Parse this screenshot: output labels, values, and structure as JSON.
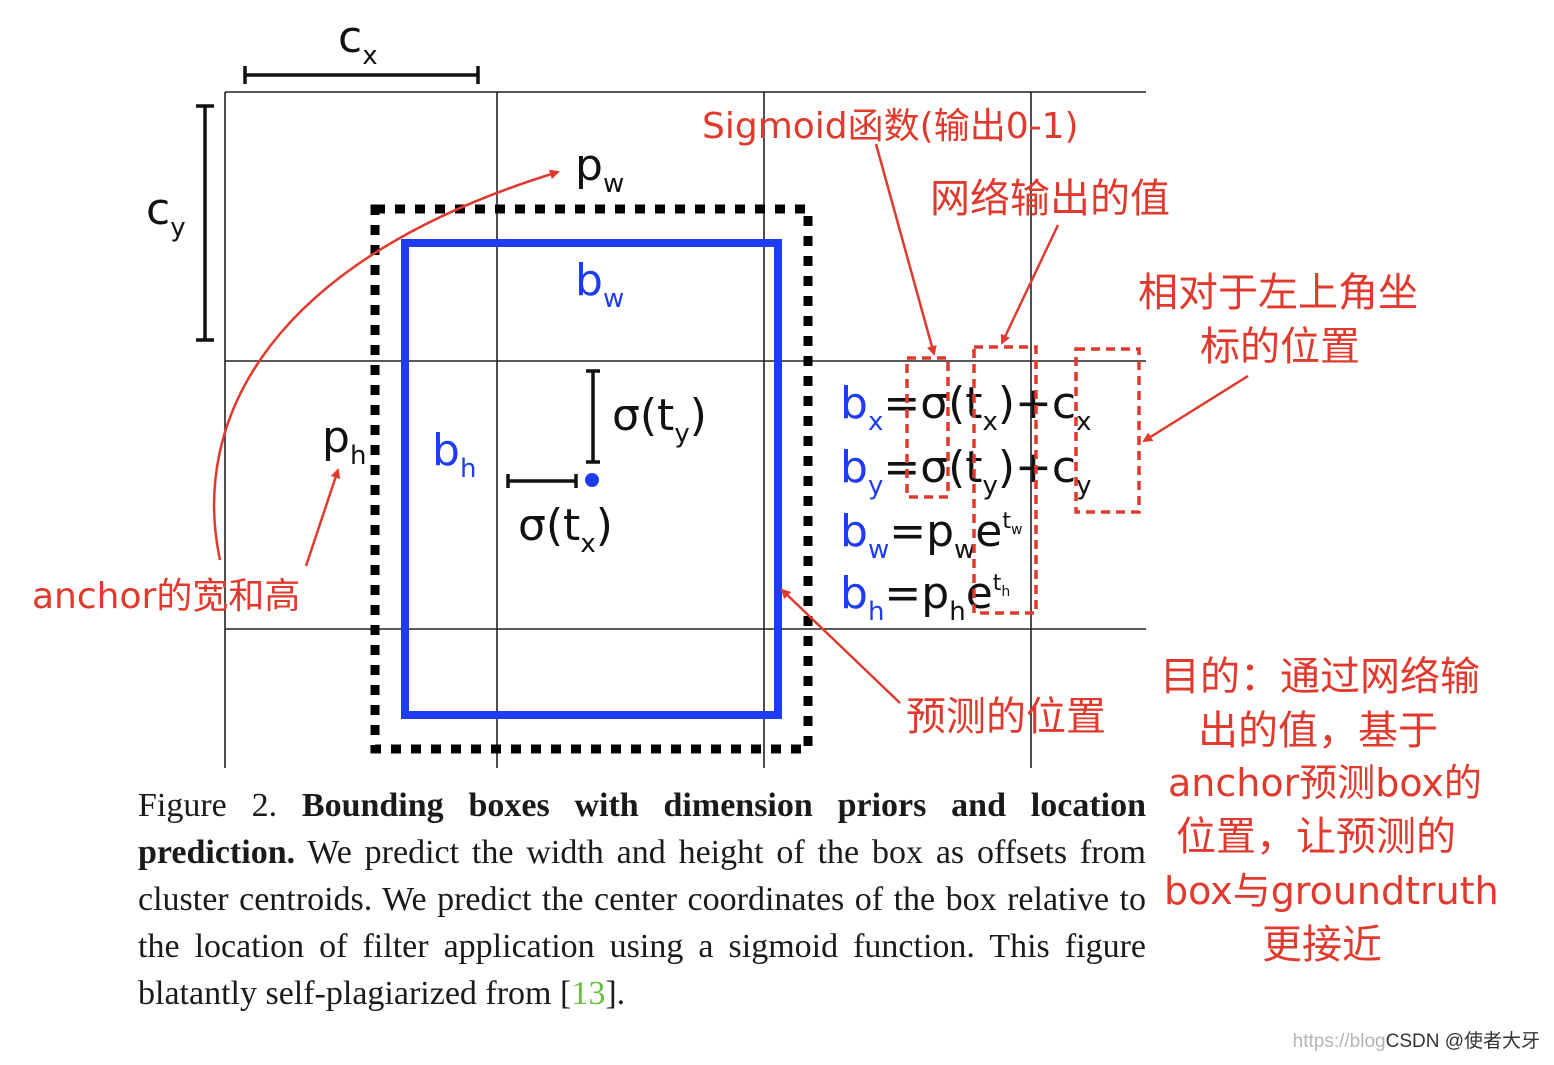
{
  "grid_labels": {
    "cx": "c",
    "cx_sub": "x",
    "cy": "c",
    "cy_sub": "y"
  },
  "prior_labels": {
    "pw": "p",
    "pw_sub": "w",
    "ph": "p",
    "ph_sub": "h"
  },
  "box_labels": {
    "bw": "b",
    "bw_sub": "w",
    "bh": "b",
    "bh_sub": "h"
  },
  "offset_labels": {
    "sigma_ty_pre": "σ(t",
    "sigma_ty_sub": "y",
    "sigma_ty_post": ")",
    "sigma_tx_pre": "σ(t",
    "sigma_tx_sub": "x",
    "sigma_tx_post": ")"
  },
  "equations": {
    "bx": {
      "lhs": "b",
      "lhs_sub": "x",
      "rhs1": "=σ(t",
      "sub1": "x",
      "rhs2": ")+c",
      "sub2": "x"
    },
    "by": {
      "lhs": "b",
      "lhs_sub": "y",
      "rhs1": "=σ(t",
      "sub1": "y",
      "rhs2": ")+c",
      "sub2": "y"
    },
    "bw": {
      "lhs": "b",
      "lhs_sub": "w",
      "rhs1": "=p",
      "sub1": "w",
      "rhs2": "e",
      "sup": "t",
      "sup_sub": "w"
    },
    "bh": {
      "lhs": "b",
      "lhs_sub": "h",
      "rhs1": "=p",
      "sub1": "h",
      "rhs2": "e",
      "sup": "t",
      "sup_sub": "h"
    }
  },
  "annotations": {
    "sigmoid": "Sigmoid函数(输出0-1)",
    "network_output": "网络输出的值",
    "relative_line1": "相对于左上角坐",
    "relative_line2": "标的位置",
    "anchor_wh": "anchor的宽和高",
    "predicted_position": "预测的位置",
    "purpose_lines": [
      "目的：通过网络输",
      "出的值，基于",
      "anchor预测box的",
      "位置，让预测的",
      "box与groundtruth",
      "更接近"
    ]
  },
  "caption": {
    "figure": "Figure 2.",
    "title": "Bounding boxes with dimension priors and location prediction.",
    "body": "We predict the width and height of the box as offsets from cluster centroids.  We predict the center coordinates of the box relative to the location of filter application using a sigmoid function. This figure blatantly self-plagiarized from [",
    "ref": "13",
    "end": "]."
  },
  "watermark": {
    "faint": "https://blog",
    "text": "CSDN @使者大牙"
  },
  "colors": {
    "annotation_red": "#e03a2e",
    "box_blue": "#1f3df0",
    "grid": "#222222",
    "ref_green": "#6abf40"
  }
}
